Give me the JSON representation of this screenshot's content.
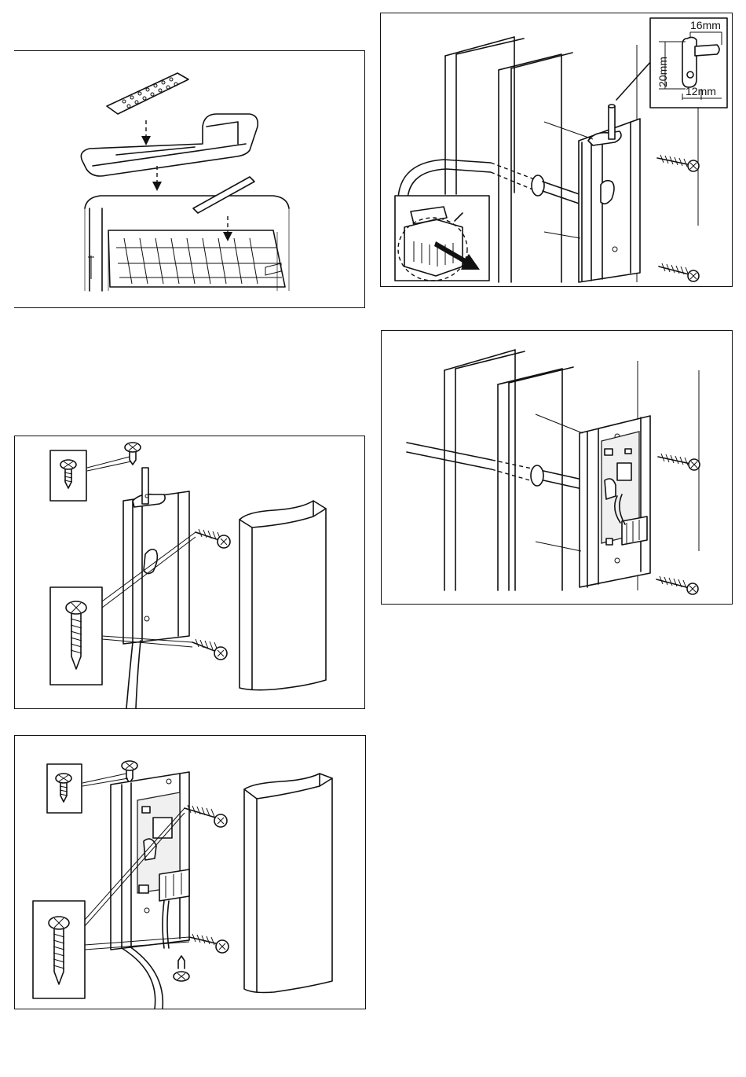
{
  "figures": [
    {
      "id": "heater-cover-removal",
      "labels": []
    },
    {
      "id": "wall-mount-template",
      "labels": [],
      "dimensions": [
        "16mm",
        "20mm",
        "12mm"
      ]
    },
    {
      "id": "wall-mount-board",
      "labels": []
    },
    {
      "id": "screw-fixing-empty",
      "labels": []
    },
    {
      "id": "screw-fixing-board",
      "labels": []
    }
  ],
  "colors": {
    "line": "#111111",
    "paper": "#ffffff",
    "shade": "#f0f0f0"
  }
}
